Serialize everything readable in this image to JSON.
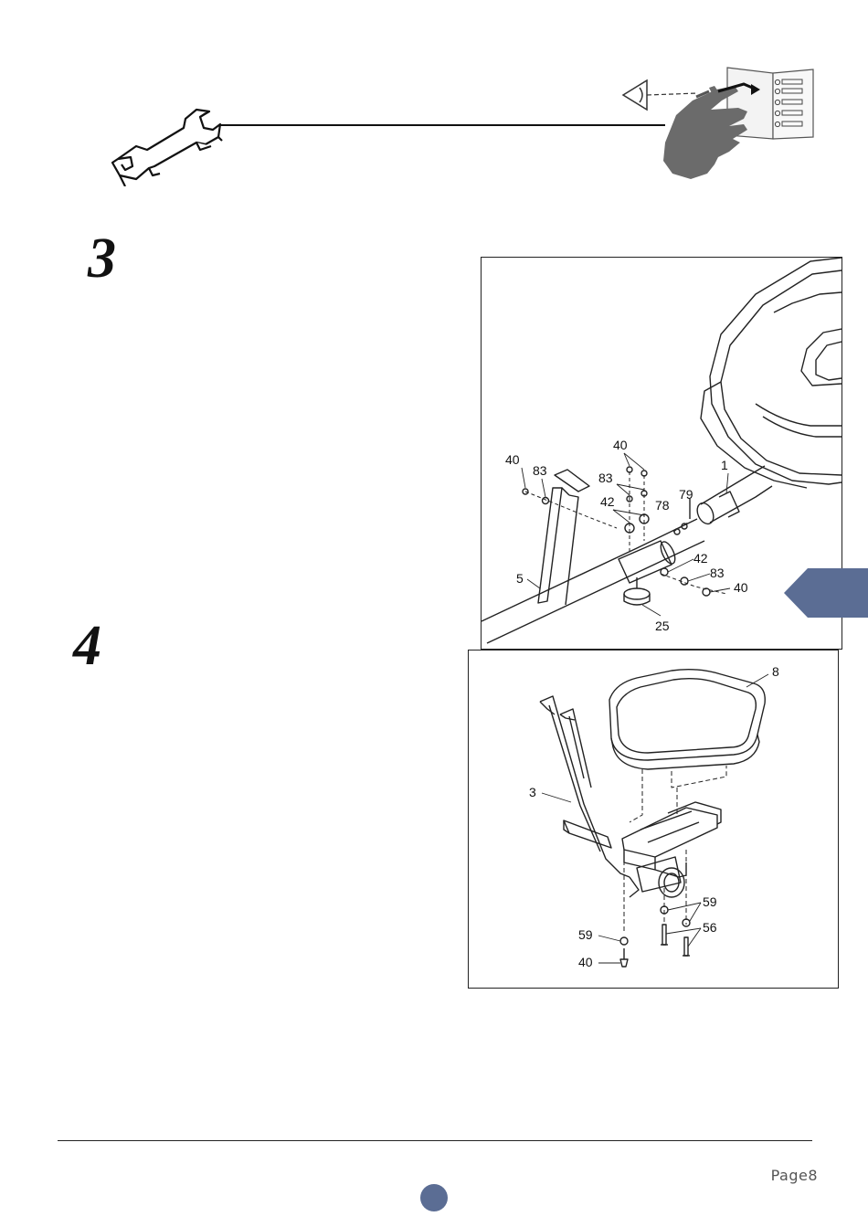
{
  "steps": [
    {
      "number": "3"
    },
    {
      "number": "4"
    }
  ],
  "diagram_step3": {
    "labels": [
      "40",
      "83",
      "40",
      "83",
      "42",
      "78",
      "79",
      "1",
      "42",
      "83",
      "40",
      "5",
      "25"
    ]
  },
  "diagram_step4": {
    "labels": [
      "8",
      "3",
      "59",
      "56",
      "59",
      "40"
    ]
  },
  "footer": {
    "page_label": "Page8"
  },
  "colors": {
    "accent": "#5b6d94",
    "hand": "#6b6b6b"
  }
}
